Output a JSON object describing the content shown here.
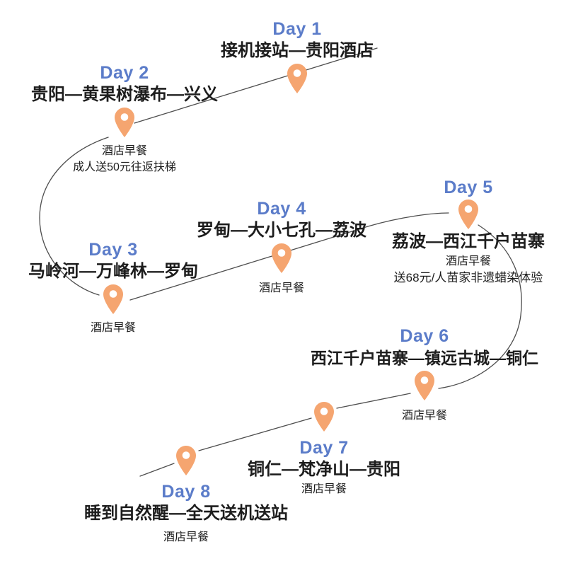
{
  "colors": {
    "day_label_blue": "#5B7CC9",
    "pin_orange": "#F5A570",
    "route_gray": "#4e4e4e",
    "text_black": "#1d1d1d"
  },
  "days": [
    {
      "label": "Day 1",
      "title": "接机接站—贵阳酒店",
      "notes": []
    },
    {
      "label": "Day 2",
      "title": "贵阳—黄果树瀑布—兴义",
      "notes": [
        "酒店早餐",
        "成人送50元往返扶梯"
      ]
    },
    {
      "label": "Day 3",
      "title": "马岭河—万峰林—罗甸",
      "notes": [
        "酒店早餐"
      ]
    },
    {
      "label": "Day 4",
      "title": "罗甸—大小七孔—荔波",
      "notes": [
        "酒店早餐"
      ]
    },
    {
      "label": "Day 5",
      "title": "荔波—西江千户苗寨",
      "notes": [
        "酒店早餐",
        "送68元/人苗家非遗蜡染体验"
      ]
    },
    {
      "label": "Day 6",
      "title": "西江千户苗寨—镇远古城—铜仁",
      "notes": [
        "酒店早餐"
      ]
    },
    {
      "label": "Day 7",
      "title": "铜仁—梵净山—贵阳",
      "notes": [
        "酒店早餐"
      ]
    },
    {
      "label": "Day 8",
      "title": "睡到自然醒—全天送机送站",
      "notes": [
        "酒店早餐"
      ]
    }
  ]
}
